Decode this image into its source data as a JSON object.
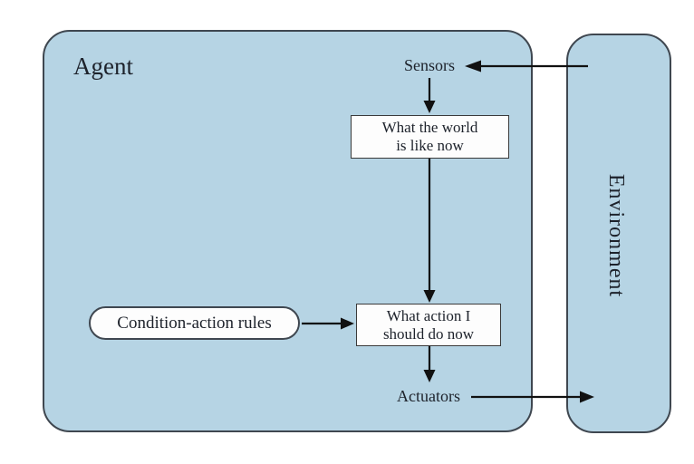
{
  "figure": {
    "agent_label": "Agent",
    "environment_label": "Environment",
    "sensors_label": "Sensors",
    "actuators_label": "Actuators",
    "condition_rules_label": "Condition-action rules",
    "world_state_box": {
      "line1": "What the world",
      "line2": "is like now"
    },
    "action_box": {
      "line1": "What action I",
      "line2": "should do now"
    },
    "arrows": [
      {
        "from": "Environment",
        "to": "Sensors"
      },
      {
        "from": "Sensors",
        "to": "What the world is like now"
      },
      {
        "from": "What the world is like now",
        "to": "What action I should do now"
      },
      {
        "from": "Condition-action rules",
        "to": "What action I should do now"
      },
      {
        "from": "What action I should do now",
        "to": "Actuators"
      },
      {
        "from": "Actuators",
        "to": "Environment"
      }
    ],
    "colors": {
      "region_fill": "#b6d4e4",
      "region_border": "#3f4750",
      "node_fill": "#fdfdfd",
      "node_border": "#3a3a3a",
      "arrow": "#111111",
      "text": "#1d222b",
      "background": "#ffffff"
    }
  }
}
